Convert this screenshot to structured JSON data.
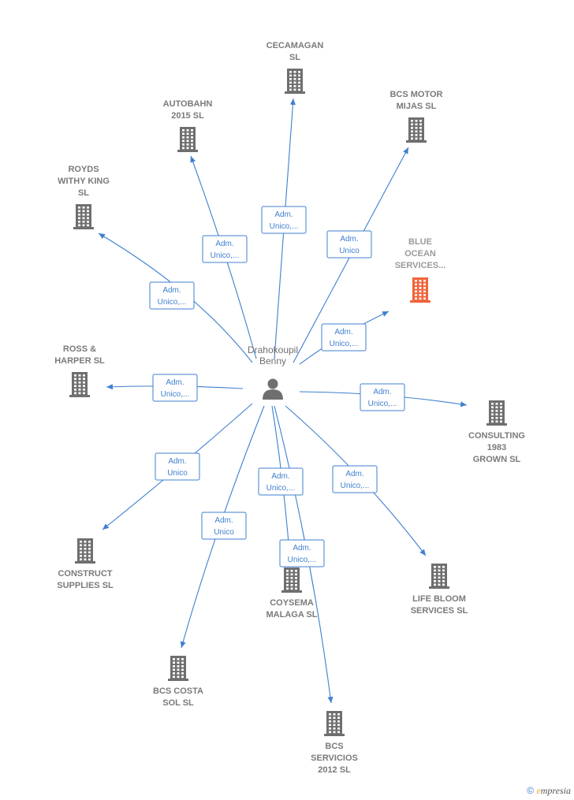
{
  "center": {
    "name_lines": [
      "Drahokoupil",
      "Benny"
    ],
    "icon": "person-icon"
  },
  "colors": {
    "edge": "#3f7fd0",
    "building": "#6f6f6f",
    "highlight": "#f0643a",
    "label": "#7a7a7a"
  },
  "companies": [
    {
      "id": "cecamagan",
      "lines": [
        "CECAMAGAN",
        "SL"
      ],
      "highlight": false
    },
    {
      "id": "bcs-motor-mijas",
      "lines": [
        "BCS MOTOR",
        "MIJAS SL"
      ],
      "highlight": false
    },
    {
      "id": "autobahn-2015",
      "lines": [
        "AUTOBAHN",
        "2015  SL"
      ],
      "highlight": false
    },
    {
      "id": "royds-withy-king",
      "lines": [
        "ROYDS",
        "WITHY KING",
        "SL"
      ],
      "highlight": false
    },
    {
      "id": "blue-ocean-services",
      "lines": [
        "BLUE",
        "OCEAN",
        "SERVICES..."
      ],
      "highlight": true
    },
    {
      "id": "ross-harper",
      "lines": [
        "ROSS &",
        "HARPER  SL"
      ],
      "highlight": false
    },
    {
      "id": "consulting-1983-grown",
      "lines": [
        "CONSULTING",
        "1983",
        "GROWN  SL"
      ],
      "highlight": false
    },
    {
      "id": "construct-supplies",
      "lines": [
        "CONSTRUCT",
        "SUPPLIES SL"
      ],
      "highlight": false
    },
    {
      "id": "coysema-malaga",
      "lines": [
        "COYSEMA",
        "MALAGA  SL"
      ],
      "highlight": false
    },
    {
      "id": "life-bloom-services",
      "lines": [
        "LIFE BLOOM",
        "SERVICES  SL"
      ],
      "highlight": false
    },
    {
      "id": "bcs-costa-sol",
      "lines": [
        "BCS COSTA",
        "SOL SL"
      ],
      "highlight": false
    },
    {
      "id": "bcs-servicios-2012",
      "lines": [
        "BCS",
        "SERVICIOS",
        "2012 SL"
      ],
      "highlight": false
    }
  ],
  "edges": [
    {
      "to": "cecamagan",
      "lines": [
        "Adm.",
        "Unico,..."
      ]
    },
    {
      "to": "bcs-motor-mijas",
      "lines": [
        "Adm.",
        "Unico"
      ]
    },
    {
      "to": "autobahn-2015",
      "lines": [
        "Adm.",
        "Unico,..."
      ]
    },
    {
      "to": "royds-withy-king",
      "lines": [
        "Adm.",
        "Unico,..."
      ]
    },
    {
      "to": "blue-ocean-services",
      "lines": [
        "Adm.",
        "Unico,..."
      ]
    },
    {
      "to": "ross-harper",
      "lines": [
        "Adm.",
        "Unico,..."
      ]
    },
    {
      "to": "consulting-1983-grown",
      "lines": [
        "Adm.",
        "Unico,..."
      ]
    },
    {
      "to": "construct-supplies",
      "lines": [
        "Adm.",
        "Unico"
      ]
    },
    {
      "to": "coysema-malaga",
      "lines": [
        "Adm.",
        "Unico,..."
      ]
    },
    {
      "to": "life-bloom-services",
      "lines": [
        "Adm.",
        "Unico,..."
      ]
    },
    {
      "to": "bcs-costa-sol",
      "lines": [
        "Adm.",
        "Unico"
      ]
    },
    {
      "to": "bcs-servicios-2012",
      "lines": [
        "Adm.",
        "Unico,..."
      ]
    }
  ],
  "footer": {
    "copyright": "©",
    "brand_initial": "e",
    "brand_rest": "mpresia"
  }
}
